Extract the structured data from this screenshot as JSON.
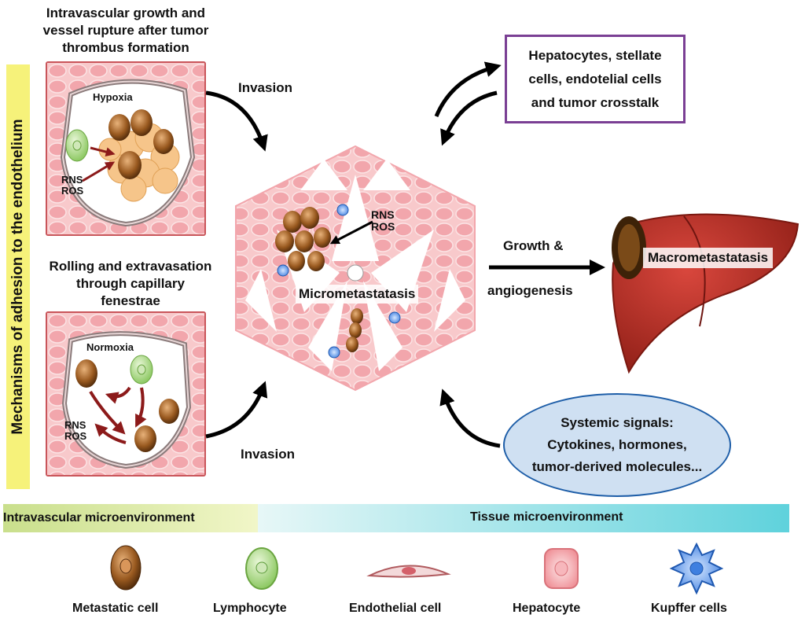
{
  "side_label": "Mechanisms of adhesion to the endothelium",
  "top_panel": {
    "title_lines": [
      "Intravascular growth and",
      "vessel rupture after tumor",
      "thrombus formation"
    ],
    "state": "Hypoxia",
    "species": [
      "RNS",
      "ROS"
    ]
  },
  "bottom_panel": {
    "title_lines": [
      "Rolling and extravasation",
      "through capillary",
      "fenestrae"
    ],
    "state": "Normoxia",
    "species": [
      "RNS",
      "ROS"
    ]
  },
  "center": {
    "label": "Micrometastatasis",
    "species": [
      "RNS",
      "ROS"
    ]
  },
  "arrows": {
    "invasion_top": "Invasion",
    "invasion_bottom": "Invasion",
    "growth_line1": "Growth &",
    "growth_line2": "angiogenesis"
  },
  "crosstalk_box": [
    "Hepatocytes, stellate",
    "cells, endotelial cells",
    "and tumor crosstalk"
  ],
  "liver": {
    "label": "Macrometastatasis"
  },
  "systemic": [
    "Systemic signals:",
    "Cytokines, hormones,",
    "tumor-derived molecules..."
  ],
  "bars": {
    "intravascular": "Intravascular microenvironment",
    "tissue": "Tissue microenvironment"
  },
  "legend": [
    {
      "label": "Metastatic cell",
      "icon": "metastatic-cell-icon"
    },
    {
      "label": "Lymphocyte",
      "icon": "lymphocyte-icon"
    },
    {
      "label": "Endothelial cell",
      "icon": "endothelial-cell-icon"
    },
    {
      "label": "Hepatocyte",
      "icon": "hepatocyte-icon"
    },
    {
      "label": "Kupffer cells",
      "icon": "kupffer-cell-icon"
    }
  ],
  "colors": {
    "tissue_pink": "#f4a3a8",
    "metastatic_brown": "#8a5320",
    "lymphocyte_green": "#9bd36a",
    "kupffer_blue": "#2f6fd0",
    "sideband_yellow": "#f6f27a",
    "crosstalk_border": "#7a3f94"
  }
}
